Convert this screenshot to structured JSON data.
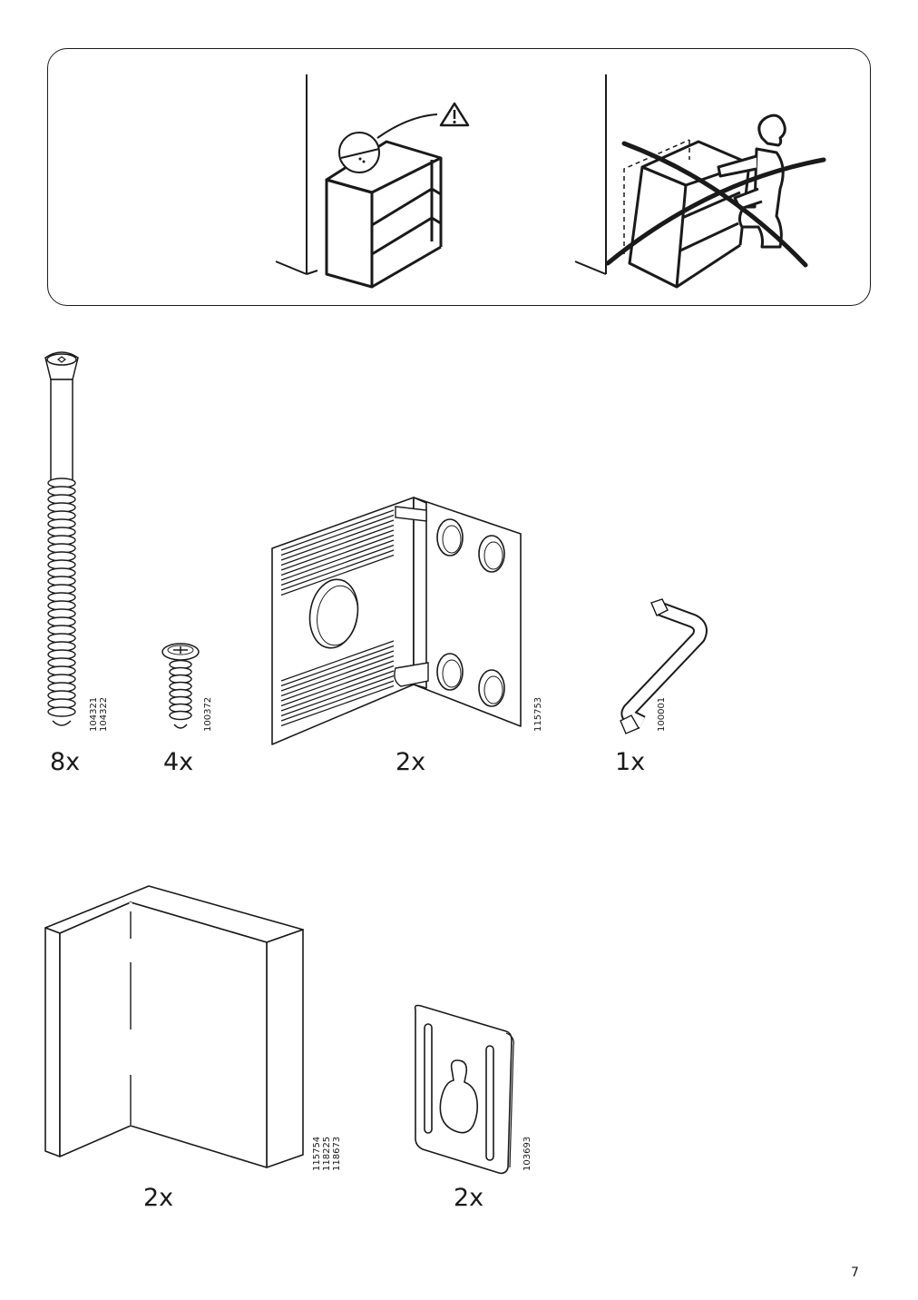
{
  "page": {
    "number": "7"
  },
  "warning_panel": {
    "warning_icon": "warning-triangle-icon",
    "wall_anchored_ok": "shelf-anchored-to-wall",
    "tipping_prohibited": "person-climbing-shelf-crossed-out"
  },
  "parts": [
    {
      "name": "long-screw",
      "codes": "104321\n104322",
      "qty": "8x"
    },
    {
      "name": "short-screw",
      "codes": "100372",
      "qty": "4x"
    },
    {
      "name": "corner-bracket",
      "codes": "115753",
      "qty": "2x"
    },
    {
      "name": "allen-key",
      "codes": "100001",
      "qty": "1x"
    },
    {
      "name": "corner-panel",
      "codes": "115754\n118225\n118673",
      "qty": "2x"
    },
    {
      "name": "keyhole-plate",
      "codes": "103693",
      "qty": "2x"
    }
  ]
}
